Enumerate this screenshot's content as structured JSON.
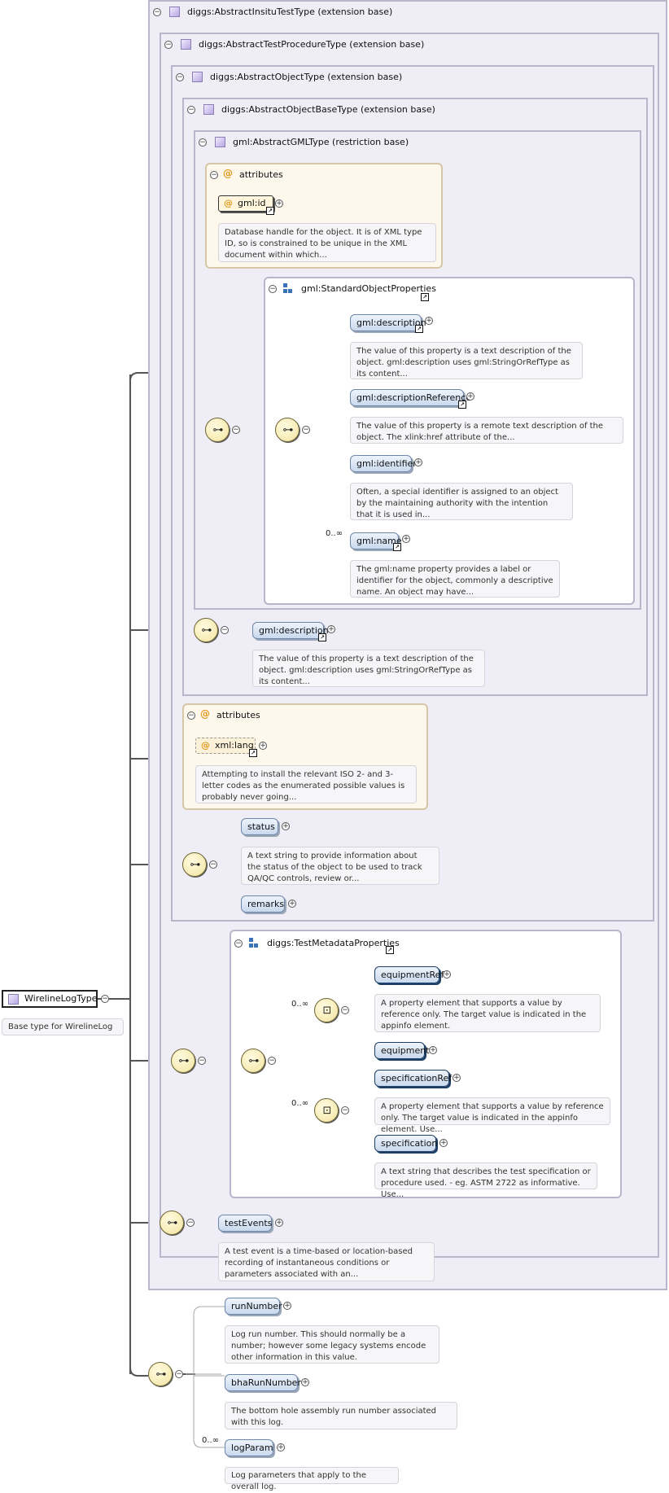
{
  "root": {
    "name": "WirelineLogType",
    "doc": "Base type for WirelineLog"
  },
  "bases": {
    "abstract_insitu": "diggs:AbstractInsituTestType (extension base)",
    "abstract_test_procedure": "diggs:AbstractTestProcedureType (extension base)",
    "abstract_object": "diggs:AbstractObjectType (extension base)",
    "abstract_object_base": "diggs:AbstractObjectBaseType (extension base)",
    "abstract_gml": "gml:AbstractGMLType (restriction base)"
  },
  "gml_attributes": {
    "title": "attributes",
    "attr_name": "gml:id",
    "attr_doc": "Database handle for the object. It is of XML type ID, so is constrained to be unique in the XML document within which..."
  },
  "standard_object_properties": {
    "title": "gml:StandardObjectProperties",
    "description": {
      "name": "gml:description",
      "doc": "The value of this property is a text description of the object. gml:description uses gml:StringOrRefType as its content..."
    },
    "description_reference": {
      "name": "gml:descriptionReference",
      "doc": "The value of this property is a remote text description of the object. The xlink:href attribute of the..."
    },
    "identifier": {
      "name": "gml:identifier",
      "doc": "Often, a special identifier is assigned to an object by the maintaining authority with the intention that it is used in..."
    },
    "name_el": {
      "name": "gml:name",
      "multiplicity": "0..∞",
      "doc": "The gml:name property provides a label or identifier for the object, commonly a descriptive name. An object may have..."
    }
  },
  "object_base_description": {
    "name": "gml:description",
    "doc": "The value of this property is a text description of the object. gml:description uses gml:StringOrRefType as its content..."
  },
  "xml_attributes": {
    "title": "attributes",
    "attr_name": "xml:lang",
    "attr_doc": "Attempting to install the relevant ISO 2- and 3-letter codes as the enumerated possible values is probably never going..."
  },
  "object_elements": {
    "status": {
      "name": "status",
      "doc": "A text string to provide information about the status of the object to be used to track QA/QC controls, review or..."
    },
    "remarks": {
      "name": "remarks"
    }
  },
  "test_metadata": {
    "title": "diggs:TestMetadataProperties",
    "choice1_mult": "0..∞",
    "equipment_ref": {
      "name": "equipmentRef",
      "doc": "A property element that supports a value by reference only. The target value is indicated in the appinfo element."
    },
    "equipment": {
      "name": "equipment"
    },
    "choice2_mult": "0..∞",
    "specification_ref": {
      "name": "specificationRef",
      "doc": "A property element that supports a value by reference only. The target value is indicated in the appinfo element. Use..."
    },
    "specification": {
      "name": "specification",
      "doc": "A text string that describes the test specification or procedure used. - eg. ASTM 2722 as informative. Use..."
    }
  },
  "test_events": {
    "name": "testEvents",
    "doc": "A test event is a time-based or location-based recording of instantaneous conditions or parameters associated with an..."
  },
  "wireline": {
    "run_number": {
      "name": "runNumber",
      "doc": "Log run number. This should normally be a number; however some legacy systems encode other information in this value."
    },
    "bha_run_number": {
      "name": "bhaRunNumber",
      "doc": "The bottom hole assembly run number associated with this log."
    },
    "log_param": {
      "name": "logParam",
      "multiplicity": "0..∞",
      "doc": "Log parameters that apply to the overall log."
    }
  },
  "glyphs": {
    "collapse": "−",
    "expand": "+",
    "attribute_icon": "@",
    "link_arrow": "↗",
    "sequence_icon": "⊶",
    "choice_icon": "⊡"
  },
  "colors": {
    "base_box_bg": "#efedf6",
    "base_box_border": "#b9b6cc",
    "attribute_bg": "#fdf7ec",
    "element_fill": "#c9d9ee",
    "compositor_fill": "#f3e4a0"
  }
}
